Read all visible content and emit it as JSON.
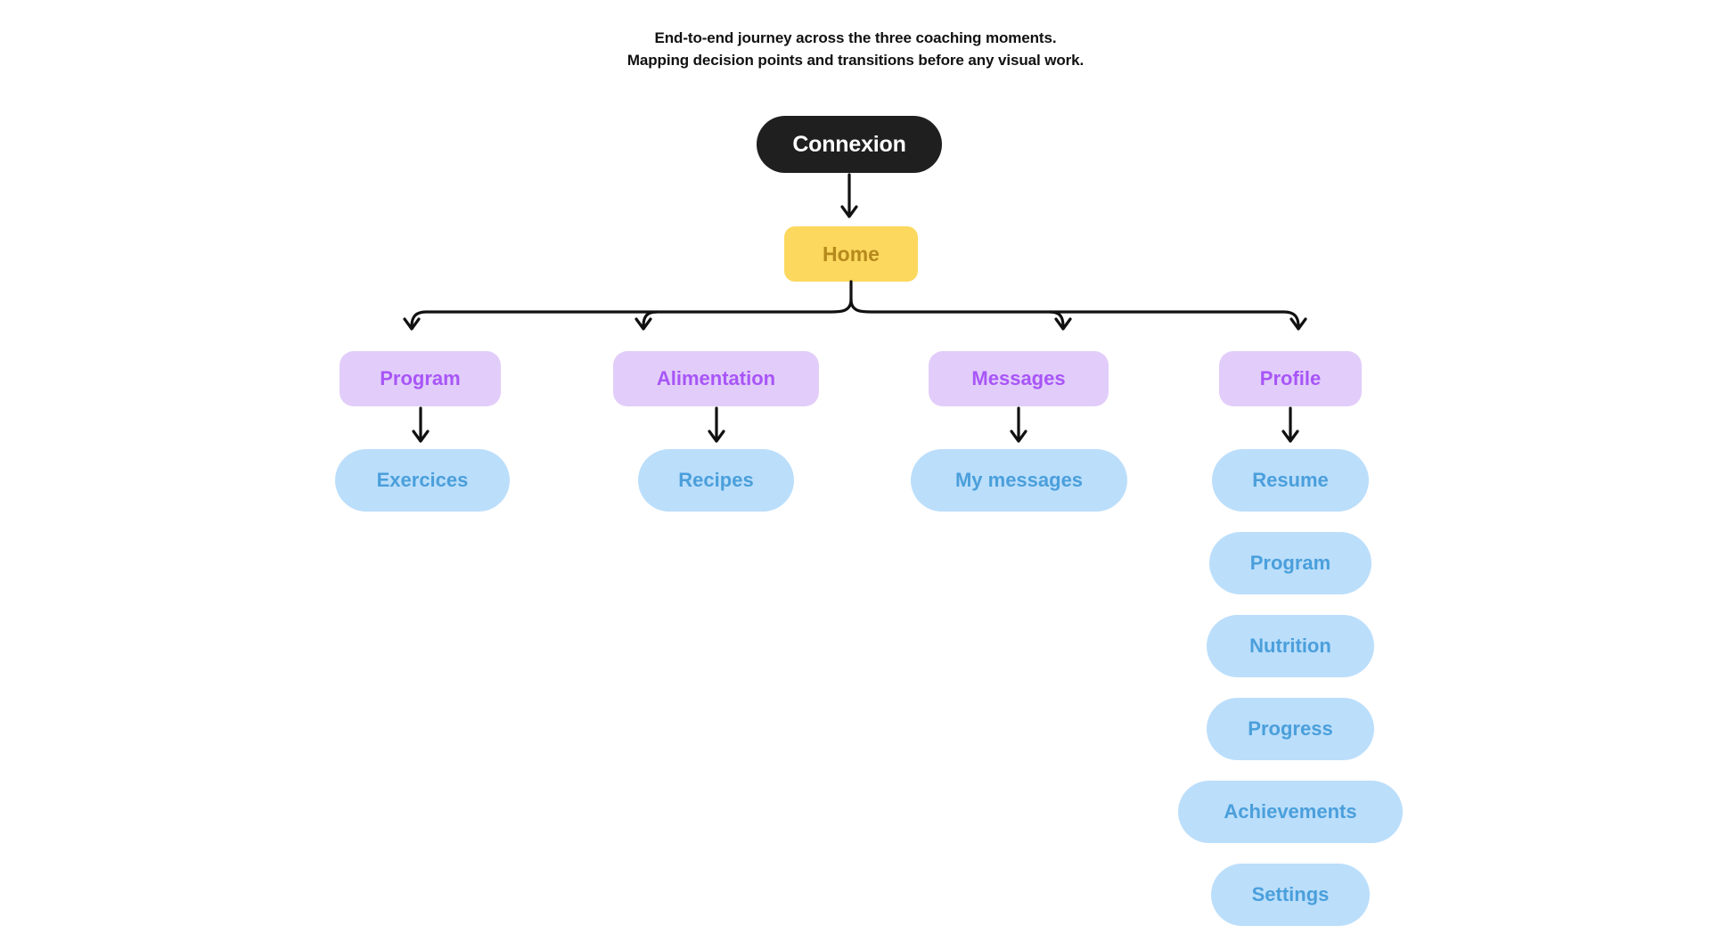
{
  "header": {
    "line1": "End-to-end journey across the three coaching moments.",
    "line2": "Mapping decision points and transitions before any visual work."
  },
  "diagram": {
    "entry": {
      "label": "Connexion"
    },
    "hub": {
      "label": "Home"
    },
    "branches": [
      {
        "label": "Program",
        "child": {
          "label": "Exercices"
        }
      },
      {
        "label": "Alimentation",
        "child": {
          "label": "Recipes"
        }
      },
      {
        "label": "Messages",
        "child": {
          "label": "My messages"
        }
      },
      {
        "label": "Profile",
        "child": {
          "label": "Resume"
        }
      }
    ],
    "profile_items": [
      {
        "label": "Resume"
      },
      {
        "label": "Program"
      },
      {
        "label": "Nutrition"
      },
      {
        "label": "Progress"
      },
      {
        "label": "Achievements"
      },
      {
        "label": "Settings"
      }
    ]
  },
  "colors": {
    "entry_bg": "#1f1f1f",
    "entry_text": "#ffffff",
    "hub_bg": "#fcd85f",
    "hub_text": "#b5891c",
    "branch_bg": "#e2cdfa",
    "branch_text": "#a855f7",
    "leaf_bg": "#bbdefb",
    "leaf_text": "#4a9fdb",
    "connector": "#111111",
    "page_bg": "#ffffff",
    "header_text": "#111111"
  }
}
